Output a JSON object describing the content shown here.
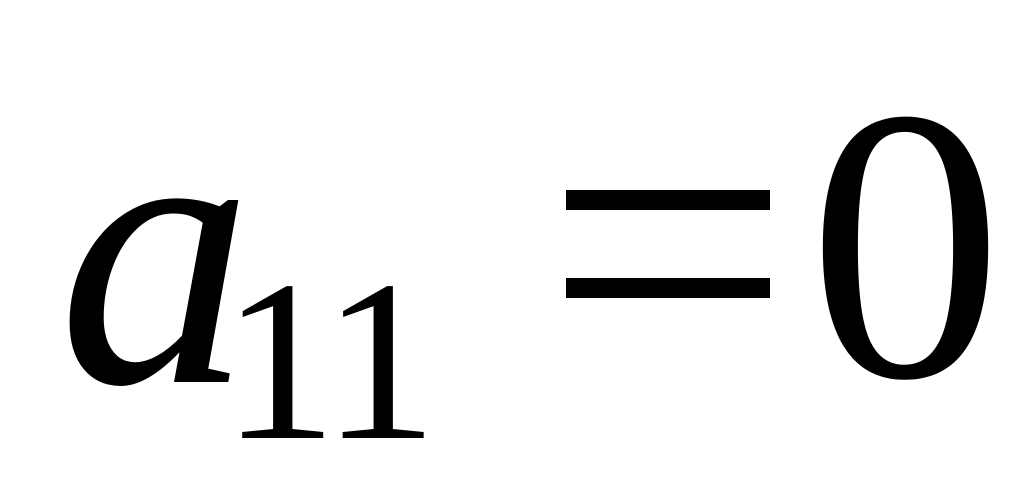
{
  "formula": {
    "variable": "a",
    "subscript": "11",
    "operator": "=",
    "value": "0"
  }
}
